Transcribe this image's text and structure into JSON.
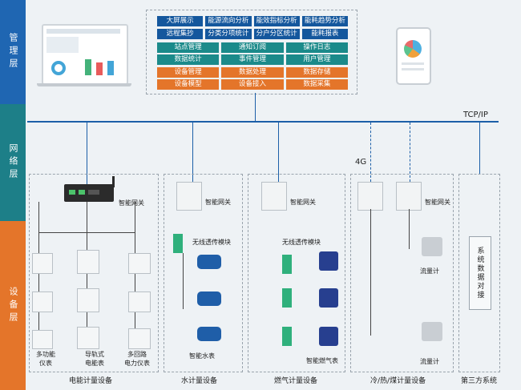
{
  "layers": [
    "管理层",
    "网络层",
    "设备层"
  ],
  "platform": {
    "rows": [
      [
        "大屏展示",
        "能源流向分析",
        "能效指标分析",
        "能耗趋势分析"
      ],
      [
        "远程集抄",
        "分类分项统计",
        "分户分区统计",
        "能耗报表"
      ],
      [
        "站点管理",
        "通知订阅",
        "操作日志"
      ],
      [
        "数据统计",
        "事件管理",
        "用户管理"
      ],
      [
        "设备管理",
        "数据处理",
        "数据存储"
      ],
      [
        "设备模型",
        "设备接入",
        "数据采集"
      ]
    ]
  },
  "network": {
    "tcpip": "TCP/IP",
    "wireless": "4G"
  },
  "sections": {
    "electric": {
      "title": "电能计量设备",
      "meter_labels": [
        "多功能\n仪表",
        "导轨式\n电能表",
        "多回路\n电力仪表"
      ]
    },
    "water": {
      "title": "水计量设备",
      "gateway": "智能网关",
      "module": "无线透传模块",
      "meter": "智能水表"
    },
    "gas": {
      "title": "燃气计量设备",
      "gateway": "智能网关",
      "module": "无线透传模块",
      "meter": "智能燃气表"
    },
    "heat": {
      "title": "冷/热/煤计量设备",
      "gateway": "智能网关",
      "meter1": "流量计",
      "meter2": "流量计"
    },
    "third": {
      "title": "第三方系统",
      "box": "系统数据对接"
    }
  },
  "electric_gateway": "智能网关",
  "colors": {
    "mgmt": "#1f66b2",
    "net": "#1d7f88",
    "device": "#e4752a",
    "blue": "#14579d",
    "teal": "#1b8a8a",
    "orange": "#e4752a",
    "line": "#1c5fa8"
  }
}
